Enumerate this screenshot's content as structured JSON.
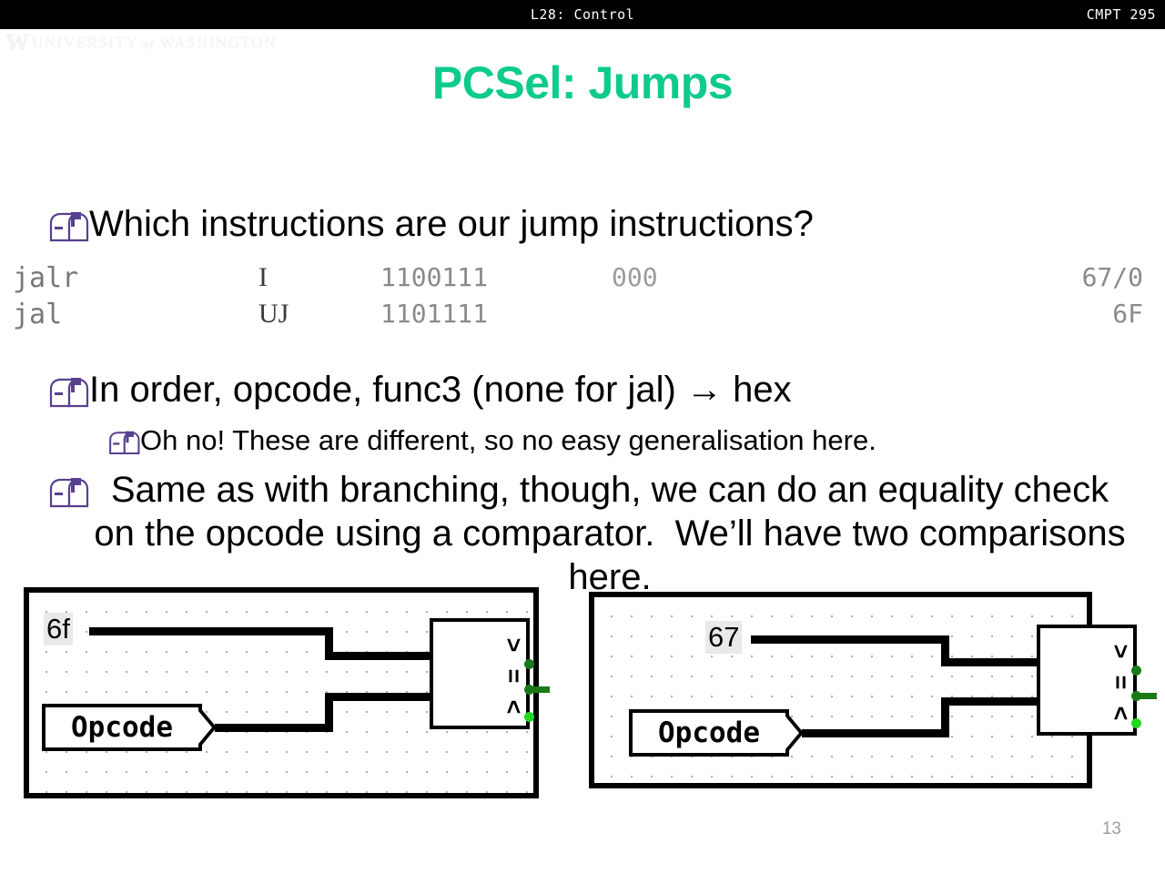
{
  "header": {
    "center_title": "L28: Control",
    "course_code": "CMPT 295"
  },
  "watermark": {
    "mark": "W",
    "line": "UNIVERSITY",
    "of": "of",
    "line2": "WASHINGTON"
  },
  "title": "PCSel: Jumps",
  "accent_color": "#0ecb8d",
  "bullet_icon": "mailbox-icon",
  "bullets": {
    "b1": "Which instructions are our jump instructions?",
    "b2": "In order, opcode, func3 (none for jal) → hex",
    "b3": "Oh no! These are different, so no easy generalisation here.",
    "b4": "Same as with branching, though, we can do an equality check on the opcode using a comparator.  We’ll have two comparisons here."
  },
  "insn_table": {
    "rows": [
      {
        "mnemonic": "jalr",
        "format": "I",
        "opcode": "1100111",
        "func3": "000",
        "hex": "67/0"
      },
      {
        "mnemonic": "jal",
        "format": "UJ",
        "opcode": "1101111",
        "func3": "",
        "hex": "6F"
      }
    ]
  },
  "diagrams": [
    {
      "id": "diagram-jal",
      "constant": "6f",
      "input_label": "Opcode",
      "comparator_outputs": [
        "gt",
        "eq",
        "lt"
      ],
      "symbols": {
        "gt": ">",
        "eq": "=",
        "lt": "<"
      },
      "dot_colors": {
        "gt": "#1a7a1a",
        "eq": "#1a7a1a",
        "lt": "#1fd81f"
      }
    },
    {
      "id": "diagram-jalr",
      "constant": "67",
      "input_label": "Opcode",
      "comparator_outputs": [
        "gt",
        "eq",
        "lt"
      ],
      "symbols": {
        "gt": ">",
        "eq": "=",
        "lt": "<"
      },
      "dot_colors": {
        "gt": "#1a7a1a",
        "eq": "#1a7a1a",
        "lt": "#1fd81f"
      }
    }
  ],
  "slide_number": "13"
}
